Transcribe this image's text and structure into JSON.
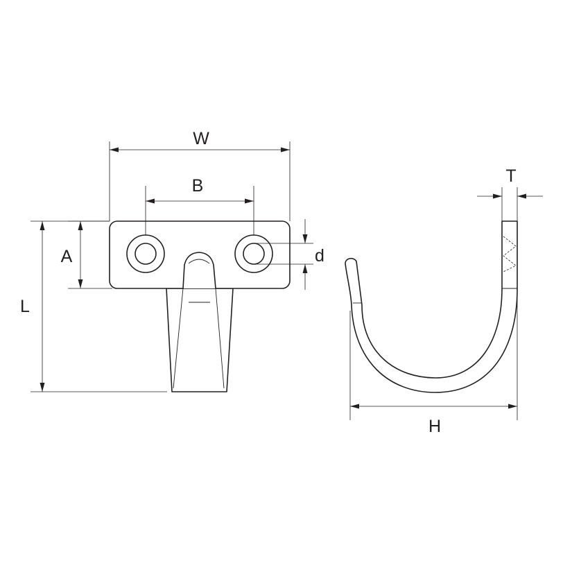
{
  "diagram": {
    "labels": {
      "W": "W",
      "B": "B",
      "A": "A",
      "L": "L",
      "d": "d",
      "T": "T",
      "H": "H"
    }
  }
}
